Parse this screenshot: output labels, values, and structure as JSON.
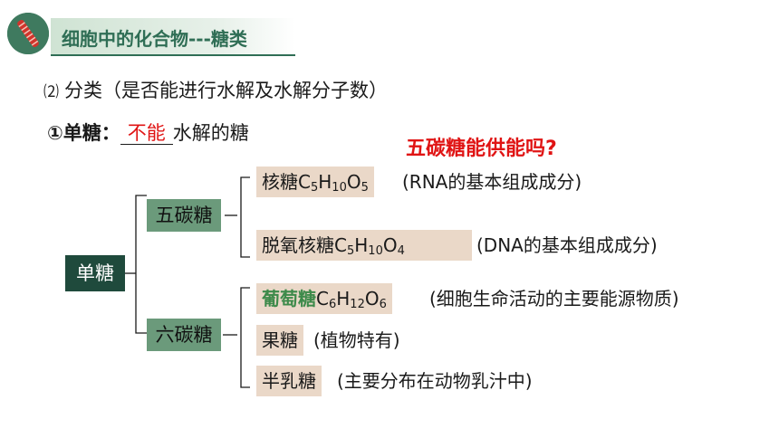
{
  "header": {
    "title": "细胞中的化合物---糖类"
  },
  "subtitle": {
    "number": "⑵",
    "text": "分类（是否能进行水解及水解分子数）"
  },
  "monosaccharide_line": {
    "label": "①单糖：",
    "blank_answer": "不能",
    "suffix": "水解的糖"
  },
  "question": "五碳糖能供能吗?",
  "tree": {
    "root": "单糖",
    "pentose": {
      "label": "五碳糖",
      "items": [
        {
          "name": "核糖",
          "formula": [
            "C",
            "5",
            "H",
            "10",
            "O",
            "5"
          ],
          "note": "(RNA的基本组成成分)"
        },
        {
          "name": "脱氧核糖",
          "formula": [
            "C",
            "5",
            "H",
            "10",
            "O",
            "4"
          ],
          "note": "(DNA的基本组成成分)"
        }
      ]
    },
    "hexose": {
      "label": "六碳糖",
      "items": [
        {
          "name": "葡萄糖",
          "formula": [
            "C",
            "6",
            "H",
            "12",
            "O",
            "6"
          ],
          "note": "(细胞生命活动的主要能源物质)"
        },
        {
          "name": "果糖",
          "note": "(植物特有)"
        },
        {
          "name": "半乳糖",
          "note": "(主要分布在动物乳汁中)"
        }
      ]
    }
  },
  "colors": {
    "header_green": "#2f6e55",
    "root_box": "#1f4a3c",
    "category_box": "#6b9a7b",
    "sugar_box": "#ead8c8",
    "answer_red": "#e01414",
    "glucose_green": "#3d8a4a"
  }
}
